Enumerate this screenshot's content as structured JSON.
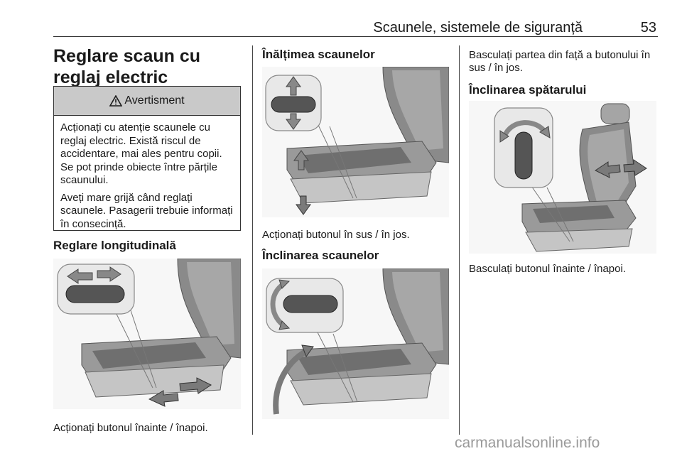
{
  "header": {
    "title": "Scaunele, sistemele de siguranță",
    "page_number": "53"
  },
  "col1": {
    "heading": "Reglare scaun cu reglaj electric",
    "warning": {
      "title": "Avertisment",
      "icon": "warning-triangle-icon",
      "paragraphs": [
        "Acționați cu atenție scaunele cu reglaj electric. Există riscul de accidentare, mai ales pentru copii. Se pot prinde obiecte între părțile scaunului.",
        "Aveți mare grijă când reglați scaunele. Pasagerii trebuie informați în consecință."
      ]
    },
    "subheading": "Reglare longitudinală",
    "caption": "Acționați butonul înainte / înapoi."
  },
  "col2": {
    "heading1": "Înălțimea scaunelor",
    "caption1": "Acționați butonul în sus / în jos.",
    "heading2": "Înclinarea scaunelor"
  },
  "col3": {
    "intro": "Basculați partea din față a butonului în sus / în jos.",
    "heading": "Înclinarea spătarului",
    "caption": "Basculați butonul înainte / înapoi."
  },
  "footer": {
    "watermark": "carmanualsonline.info"
  }
}
